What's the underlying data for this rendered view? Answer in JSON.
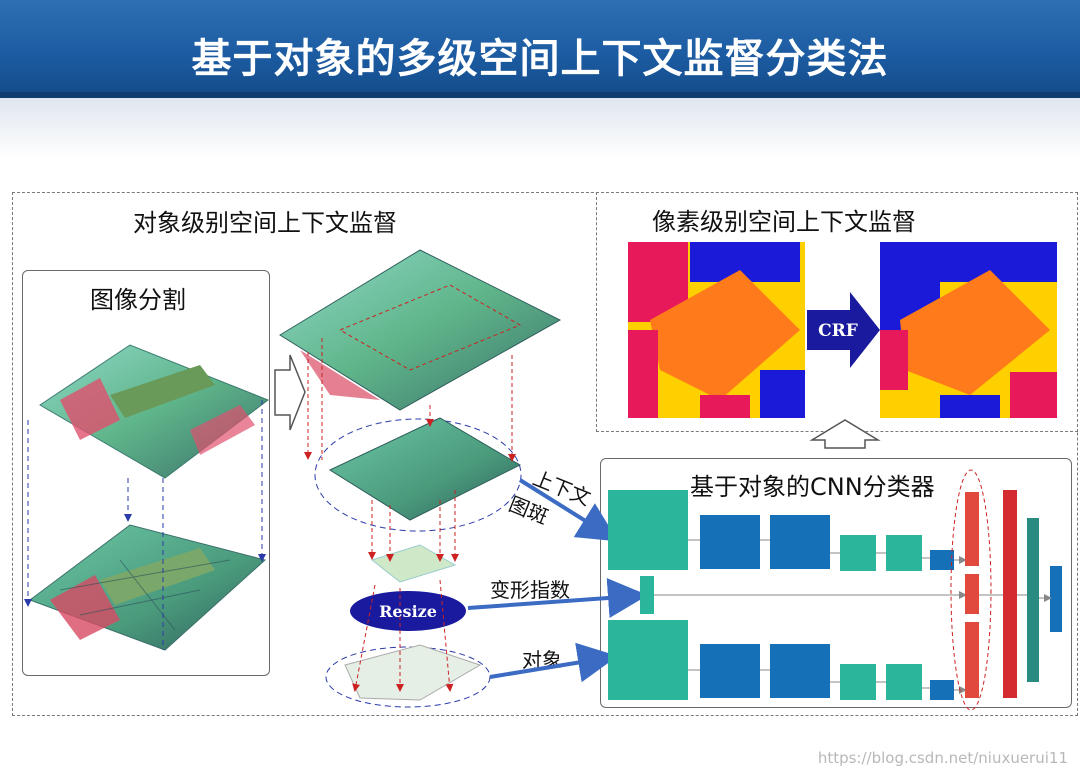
{
  "header": {
    "title": "基于对象的多级空间上下文监督分类法"
  },
  "object_panel": {
    "title": "对象级别空间上下文监督"
  },
  "segmentation_panel": {
    "title": "图像分割"
  },
  "pixel_panel": {
    "title": "像素级别空间上下文监督"
  },
  "crf_label": "CRF",
  "resize_label": "Resize",
  "cnn_panel": {
    "title": "基于对象的CNN分类器"
  },
  "arrows": {
    "context_label_line1": "上下文",
    "context_label_line2": "图斑",
    "deform_label": "变形指数",
    "object_label": "对象"
  },
  "watermark": "https://blog.csdn.net/niuxuerui11",
  "colors": {
    "header_blue": "#1b5aa0",
    "teal": "#2bb59a",
    "blue": "#1670b8",
    "red": "#e0493b",
    "dark_teal": "#2a8c80",
    "navy": "#1a1a9e"
  }
}
